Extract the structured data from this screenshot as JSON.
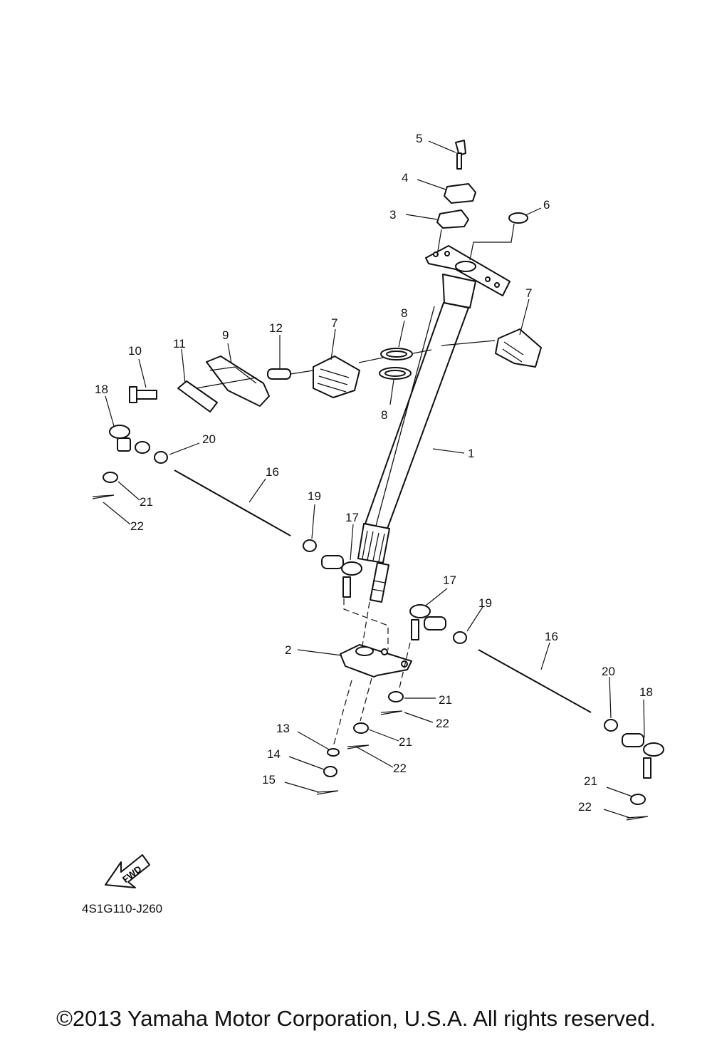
{
  "diagram": {
    "callouts": [
      "1",
      "2",
      "3",
      "4",
      "5",
      "6",
      "7",
      "7",
      "8",
      "8",
      "9",
      "10",
      "11",
      "12",
      "13",
      "14",
      "15",
      "16",
      "16",
      "17",
      "17",
      "18",
      "18",
      "19",
      "19",
      "20",
      "20",
      "21",
      "21",
      "21",
      "21",
      "22",
      "22",
      "22",
      "22"
    ],
    "fwd_label": "FWD",
    "drawing_code": "4S1G110-J260"
  },
  "footer": {
    "copyright": "©2013 Yamaha Motor Corporation, U.S.A. All rights reserved."
  }
}
